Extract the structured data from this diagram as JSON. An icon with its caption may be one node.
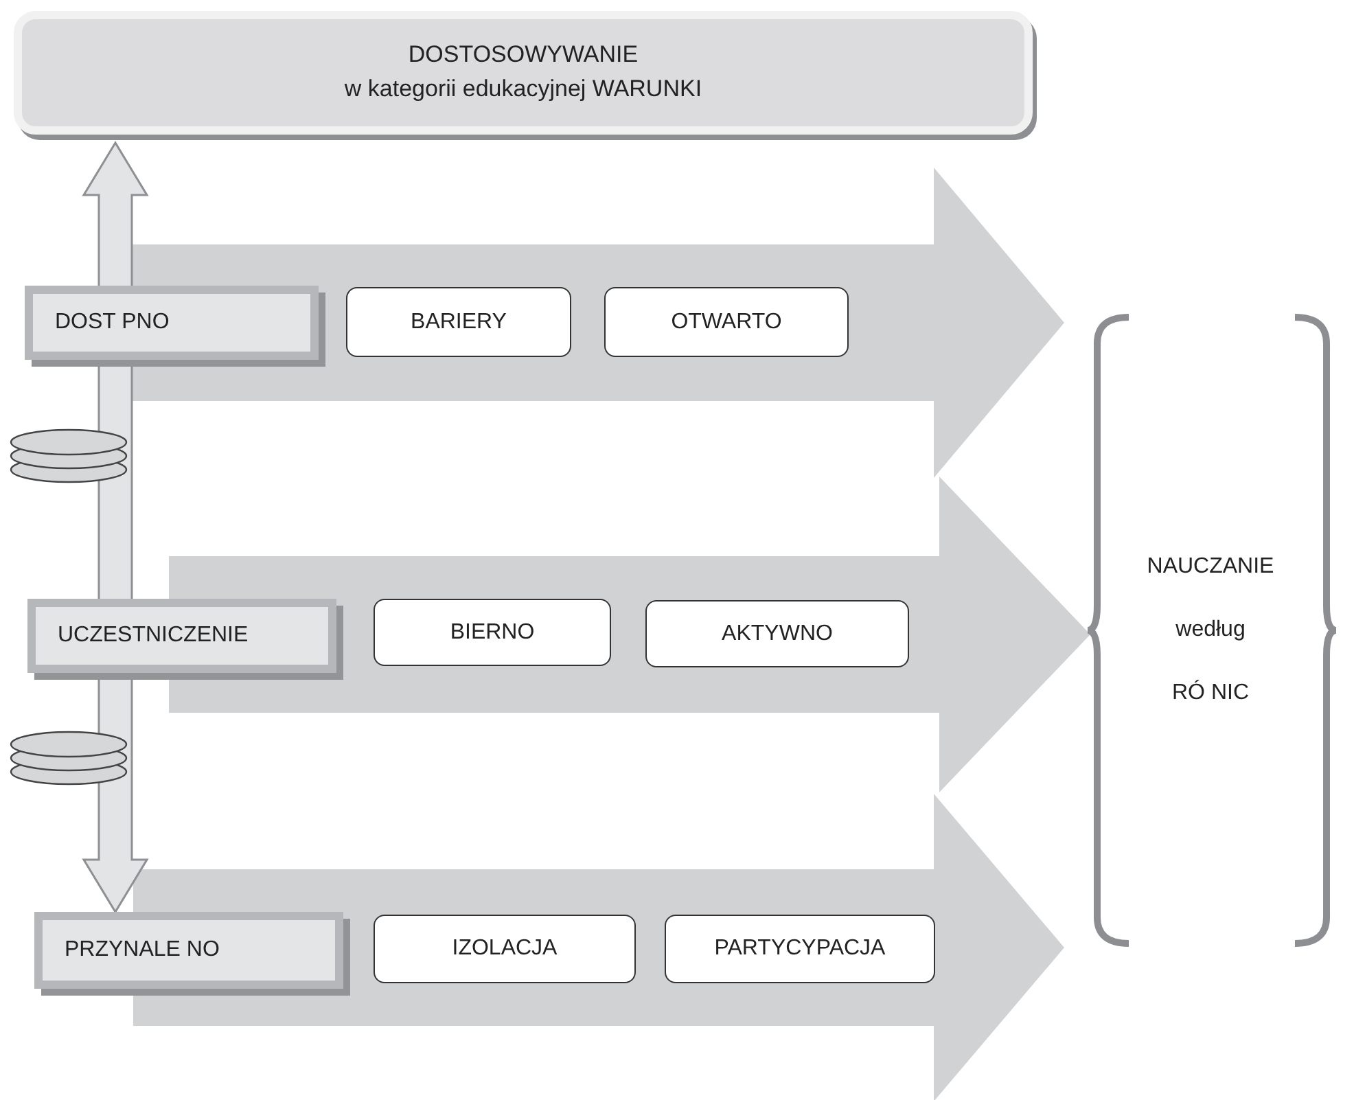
{
  "diagram": {
    "nodes": [
      {
        "text": [
          "DOSTOSOWYWANIE",
          "w kategorii edukacyjnej WARUNKI"
        ]
      },
      {
        "text": [
          "DOST PNO"
        ]
      },
      {
        "text": [
          "BARIERY"
        ]
      },
      {
        "text": [
          "OTWARTO"
        ]
      },
      {
        "text": [
          "UCZESTNICZENIE"
        ]
      },
      {
        "text": [
          "BIERNO"
        ]
      },
      {
        "text": [
          "AKTYWNO"
        ]
      },
      {
        "text": [
          "PRZYNALE NO"
        ]
      },
      {
        "text": [
          "IZOLACJA"
        ]
      },
      {
        "text": [
          "PARTYCYPACJA"
        ]
      },
      {
        "text": [
          "NAUCZANIE",
          "według",
          "RÓ NIC"
        ]
      }
    ],
    "edges": [
      {
        "from": 0,
        "to": 7,
        "arrow": "both",
        "style": "thick",
        "color": "#e3e4e6"
      },
      {
        "from": 1,
        "to": 10,
        "arrow": "to",
        "style": "thick"
      },
      {
        "from": 4,
        "to": 10,
        "arrow": "to",
        "style": "thick"
      },
      {
        "from": 7,
        "to": 10,
        "arrow": "to",
        "style": "thick"
      }
    ]
  }
}
